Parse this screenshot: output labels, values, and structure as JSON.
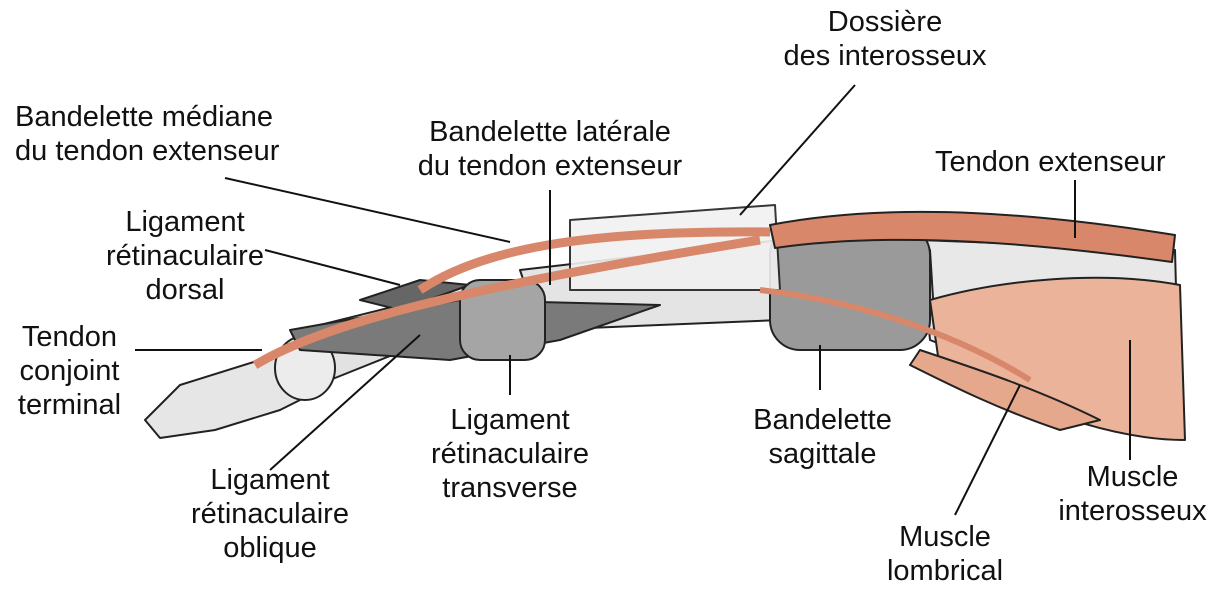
{
  "title": "Anatomie de l'appareil extenseur du doigt",
  "labels": {
    "dossiere": [
      "Dossière",
      "des interosseux"
    ],
    "bandelette_mediane": [
      "Bandelette médiane",
      "du tendon extenseur"
    ],
    "bandelette_laterale": [
      "Bandelette latérale",
      "du tendon extenseur"
    ],
    "tendon_extenseur": [
      "Tendon extenseur"
    ],
    "ligament_dorsal": [
      "Ligament",
      "rétinaculaire",
      "dorsal"
    ],
    "tendon_conjoint": [
      "Tendon",
      "conjoint",
      "terminal"
    ],
    "ligament_transverse": [
      "Ligament",
      "rétinaculaire",
      "transverse"
    ],
    "bandelette_sagittale": [
      "Bandelette",
      "sagittale"
    ],
    "ligament_oblique": [
      "Ligament",
      "rétinaculaire",
      "oblique"
    ],
    "muscle_lombrical": [
      "Muscle",
      "lombrical"
    ],
    "muscle_interosseux": [
      "Muscle",
      "interosseux"
    ]
  },
  "colors": {
    "tendon": "#d9876a",
    "muscle": "#eab39a",
    "bone": "#e6e6e6",
    "ligament": "#8c8c8c",
    "outline": "#222222"
  }
}
